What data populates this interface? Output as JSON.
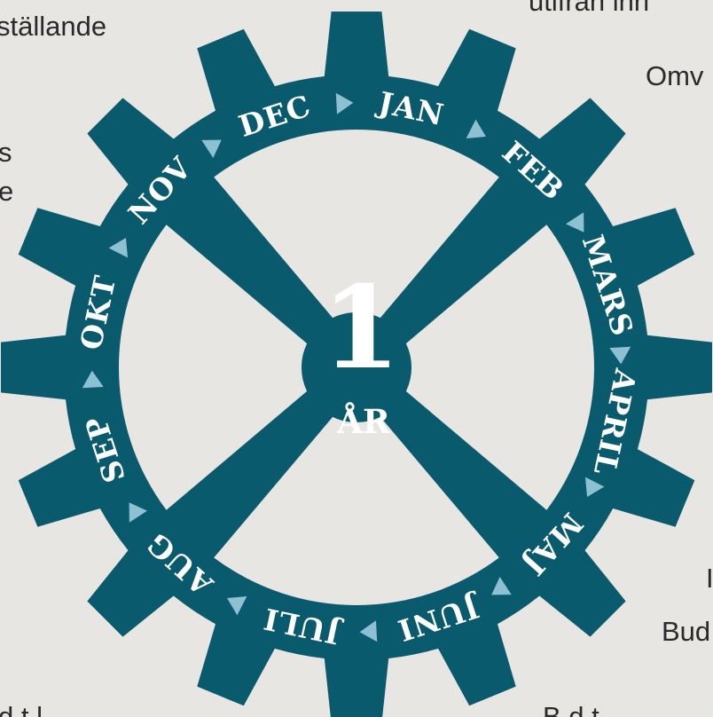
{
  "background_text": [
    {
      "id": "frag-top-left",
      "text": "ställande"
    },
    {
      "id": "frag-left-1",
      "text": "s"
    },
    {
      "id": "frag-left-2",
      "text": "e"
    },
    {
      "id": "frag-top-right",
      "text": "utifrån inn"
    },
    {
      "id": "frag-right-1",
      "text": "Omv"
    },
    {
      "id": "frag-right-2",
      "text": "I"
    },
    {
      "id": "frag-right-3",
      "text": "Bud"
    },
    {
      "id": "frag-bottom-left",
      "text": "d t l"
    },
    {
      "id": "frag-bottom-right",
      "text": "B d t"
    }
  ],
  "cycle": {
    "center_number": "1",
    "center_unit": "ÅR",
    "months": [
      "JAN",
      "FEB",
      "MARS",
      "APRIL",
      "MAJ",
      "JUNI",
      "JULI",
      "AUG",
      "SEP",
      "OKT",
      "NOV",
      "DEC"
    ],
    "direction": "clockwise",
    "icons": {
      "arrow": "triangle-arrow-icon"
    }
  },
  "colors": {
    "background": "#e8e6e2",
    "gear": "#0a5a6e",
    "label_text": "#ffffff",
    "arrow": "#8cc0d2"
  }
}
